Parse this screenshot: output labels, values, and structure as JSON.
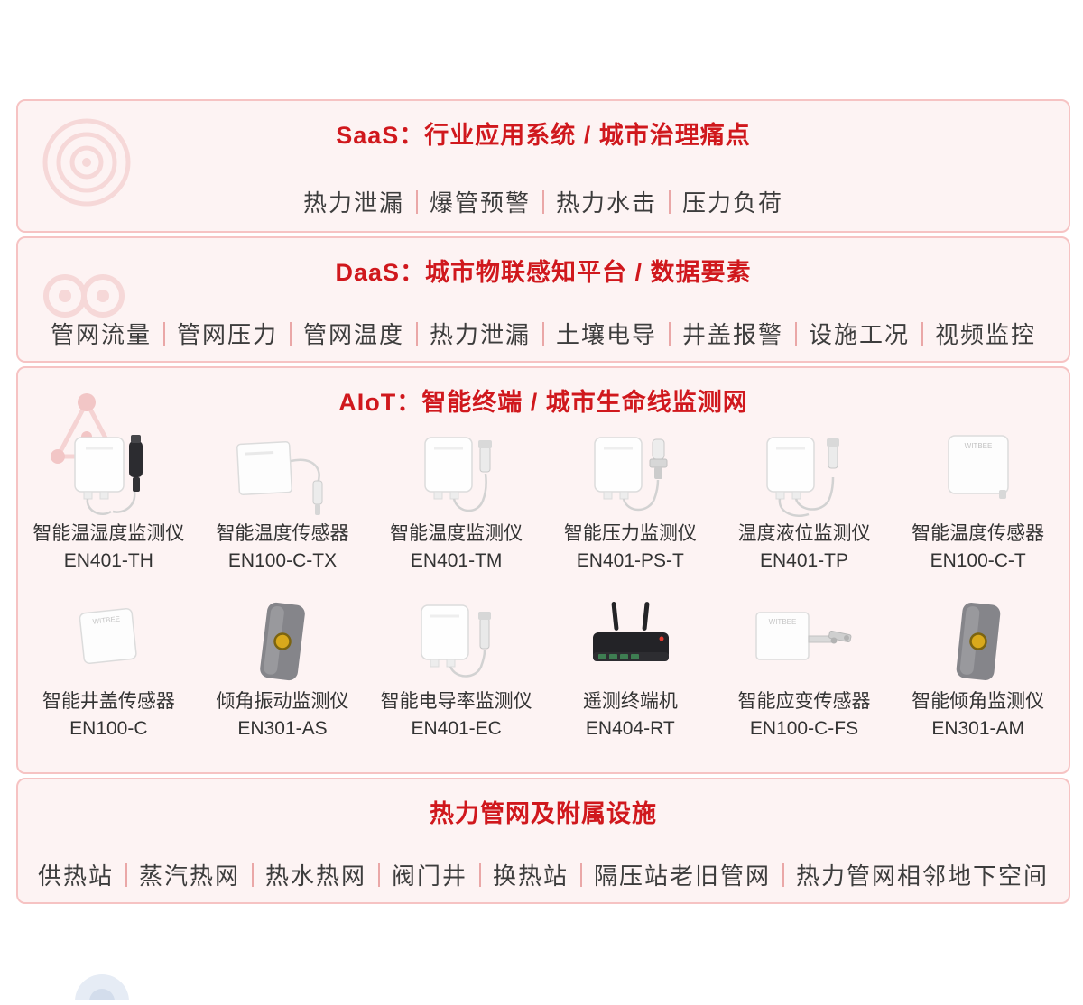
{
  "theme": {
    "accent_red": "#d0181d",
    "panel_bg": "#fdf3f3",
    "panel_border": "#f6c3c3",
    "divider_color": "#eaa7a7",
    "body_text": "#3d3d3d"
  },
  "saas": {
    "title": "SaaS：行业应用系统 / 城市治理痛点",
    "items": [
      "热力泄漏",
      "爆管预警",
      "热力水击",
      "压力负荷"
    ],
    "watermark_icon": "concentric-rings-icon"
  },
  "daas": {
    "title": "DaaS：城市物联感知平台 / 数据要素",
    "items": [
      "管网流量",
      "管网压力",
      "管网温度",
      "热力泄漏",
      "土壤电导",
      "井盖报警",
      "设施工况",
      "视频监控"
    ],
    "watermark_icon": "infinity-loop-icon"
  },
  "aiot": {
    "title": "AIoT：智能终端 / 城市生命线监测网",
    "watermark_icon": "network-nodes-icon",
    "brand": "WITBEE",
    "row1": [
      {
        "name": "智能温湿度监测仪",
        "model": "EN401-TH",
        "icon": "white-box-black-probe"
      },
      {
        "name": "智能温度传感器",
        "model": "EN100-C-TX",
        "icon": "white-panel-cable-probe"
      },
      {
        "name": "智能温度监测仪",
        "model": "EN401-TM",
        "icon": "white-box-cable-probe"
      },
      {
        "name": "智能压力监测仪",
        "model": "EN401-PS-T",
        "icon": "white-box-pressure-probe"
      },
      {
        "name": "温度液位监测仪",
        "model": "EN401-TP",
        "icon": "white-box-two-cables"
      },
      {
        "name": "智能温度传感器",
        "model": "EN100-C-T",
        "icon": "white-flat-panel"
      }
    ],
    "row2": [
      {
        "name": "智能井盖传感器",
        "model": "EN100-C",
        "icon": "white-flat-panel-tilted"
      },
      {
        "name": "倾角振动监测仪",
        "model": "EN301-AS",
        "icon": "gray-device-yellow-dot"
      },
      {
        "name": "智能电导率监测仪",
        "model": "EN401-EC",
        "icon": "white-box-long-probe"
      },
      {
        "name": "遥测终端机",
        "model": "EN404-RT",
        "icon": "black-router-antennas"
      },
      {
        "name": "智能应变传感器",
        "model": "EN100-C-FS",
        "icon": "white-panel-metal-arm"
      },
      {
        "name": "智能倾角监测仪",
        "model": "EN301-AM",
        "icon": "gray-device-yellow-dot"
      }
    ]
  },
  "facilities": {
    "title": "热力管网及附属设施",
    "items": [
      "供热站",
      "蒸汽热网",
      "热水热网",
      "阀门井",
      "换热站",
      "隔压站老旧管网",
      "热力管网相邻地下空间"
    ]
  }
}
